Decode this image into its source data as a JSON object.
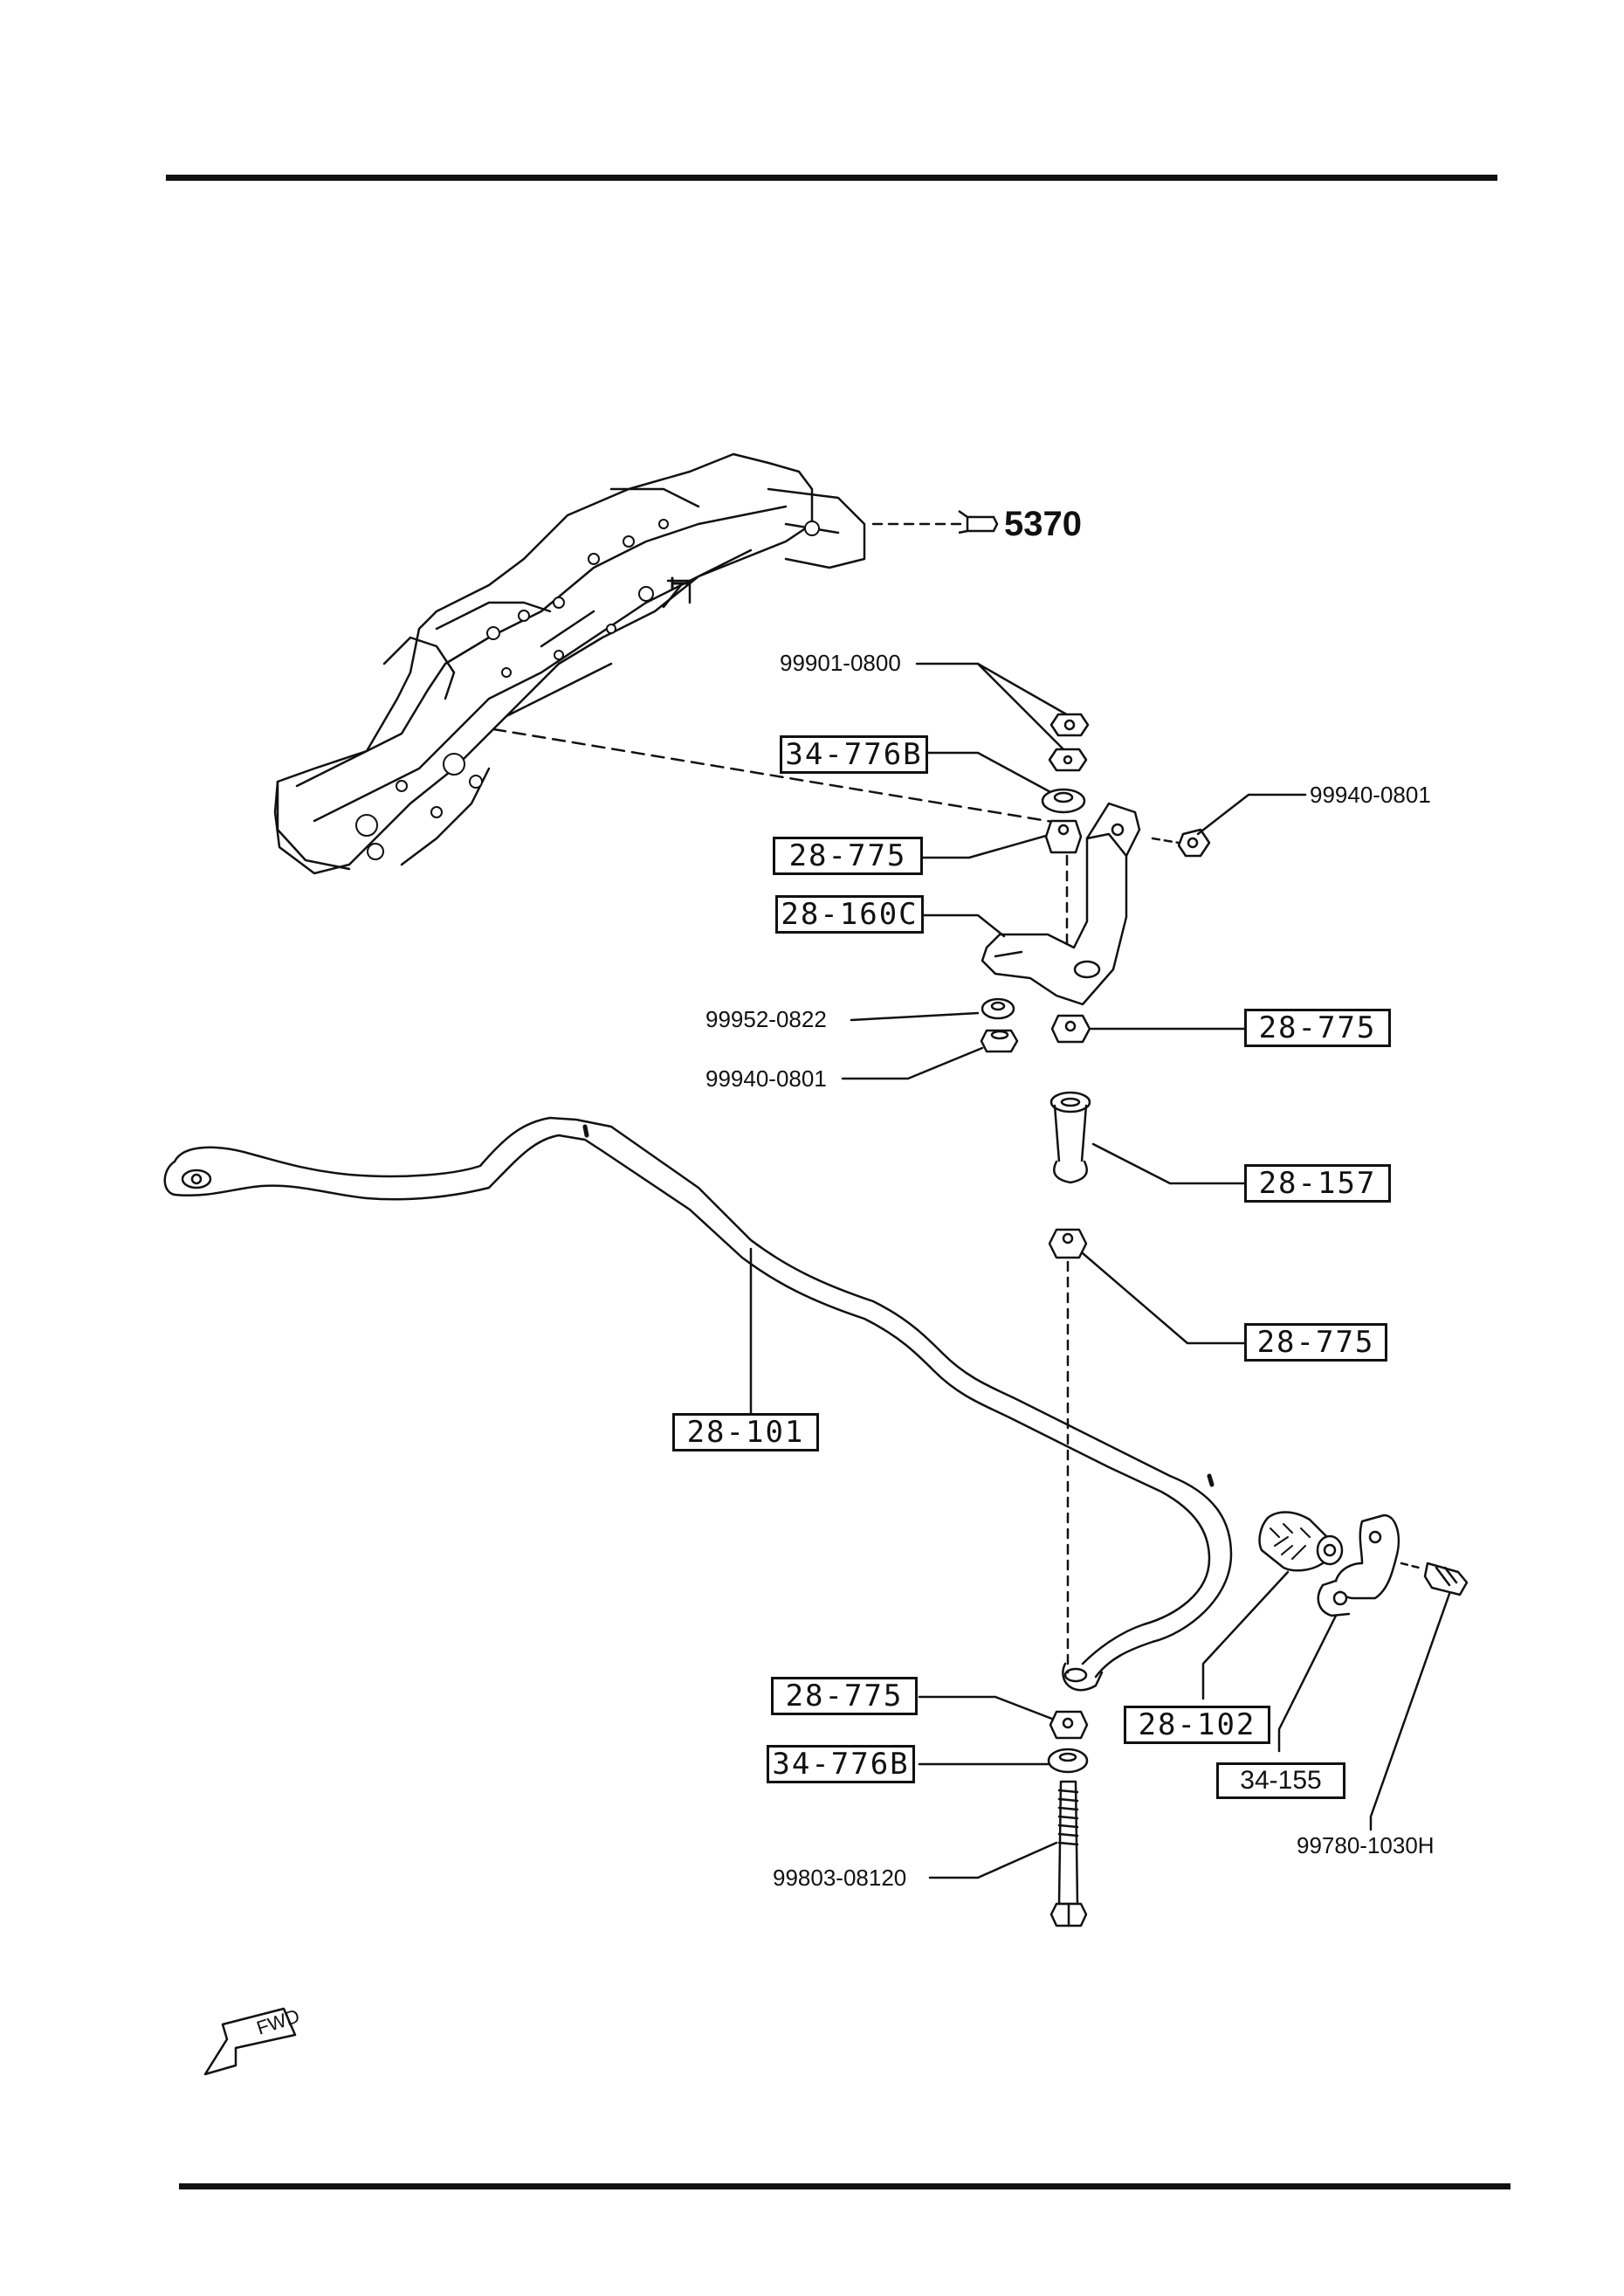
{
  "diagram": {
    "reference": {
      "symbol": "☞",
      "number": "5370"
    },
    "fwd_label": "FWD",
    "callouts": {
      "n_99901_0800": "99901-0800",
      "n_34_776B_top": "34-776B",
      "n_99940_0801_right": "99940-0801",
      "n_28_775_a": "28-775",
      "n_28_160C": "28-160C",
      "n_99952_0822": "99952-0822",
      "n_28_775_b": "28-775",
      "n_99940_0801_left": "99940-0801",
      "n_28_157": "28-157",
      "n_28_775_c": "28-775",
      "n_28_101": "28-101",
      "n_28_775_d": "28-775",
      "n_28_102": "28-102",
      "n_34_155": "34-155",
      "n_34_776B_bottom": "34-776B",
      "n_99780_1030H": "99780-1030H",
      "n_99803_08120": "99803-08120"
    }
  }
}
